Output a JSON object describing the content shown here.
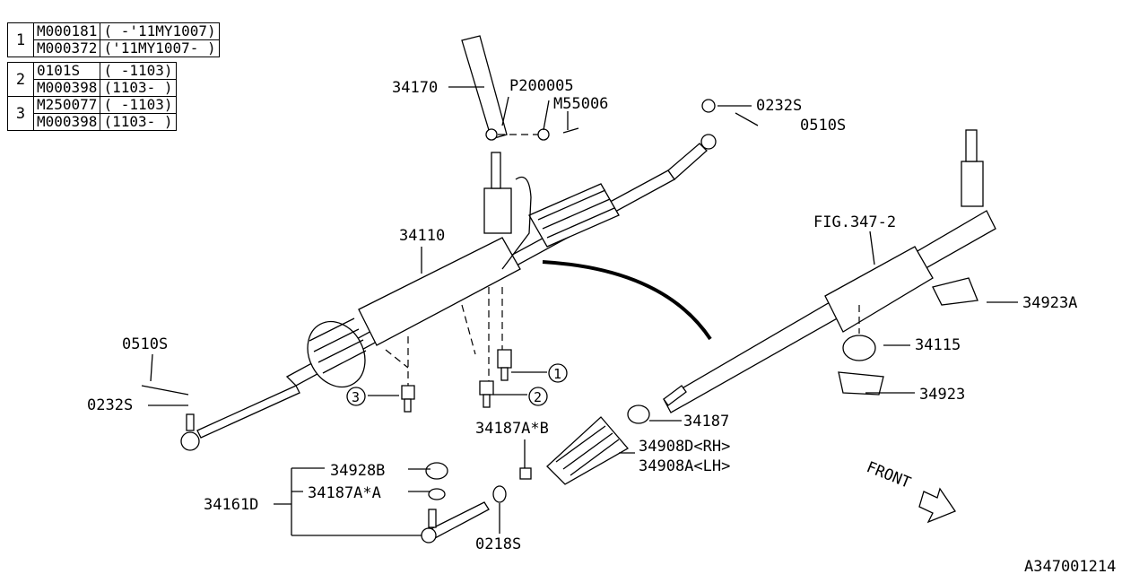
{
  "legend_tables": [
    {
      "marker": "1",
      "rows": [
        {
          "part": "M000181",
          "range": "( -'11MY1007)"
        },
        {
          "part": "M000372",
          "range": "('11MY1007- )"
        }
      ]
    },
    {
      "marker": "2",
      "rows": [
        {
          "part": "0101S",
          "range": "( -1103)"
        },
        {
          "part": "M000398",
          "range": "(1103- )"
        }
      ]
    },
    {
      "marker": "3",
      "rows": [
        {
          "part": "M250077",
          "range": "( -1103)"
        },
        {
          "part": "M000398",
          "range": "(1103- )"
        }
      ]
    }
  ],
  "callouts": {
    "p34170": "34170",
    "p200005": "P200005",
    "m55006": "M55006",
    "p0232s_r": "0232S",
    "p0510s_r": "0510S",
    "p34110": "34110",
    "fig": "FIG.347-2",
    "p34923a": "34923A",
    "p34115": "34115",
    "p34923": "34923",
    "p0510s_l": "0510S",
    "p0232s_l": "0232S",
    "c1": "1",
    "c2": "2",
    "c3": "3",
    "p34187ab": "34187A*B",
    "p34187": "34187",
    "p34908d": "34908D<RH>",
    "p34908a": "34908A<LH>",
    "p34928b": "34928B",
    "p34187aa": "34187A*A",
    "p34161d": "34161D",
    "p0218s": "0218S"
  },
  "front_label": "FRONT",
  "diagram_id": "A347001214"
}
